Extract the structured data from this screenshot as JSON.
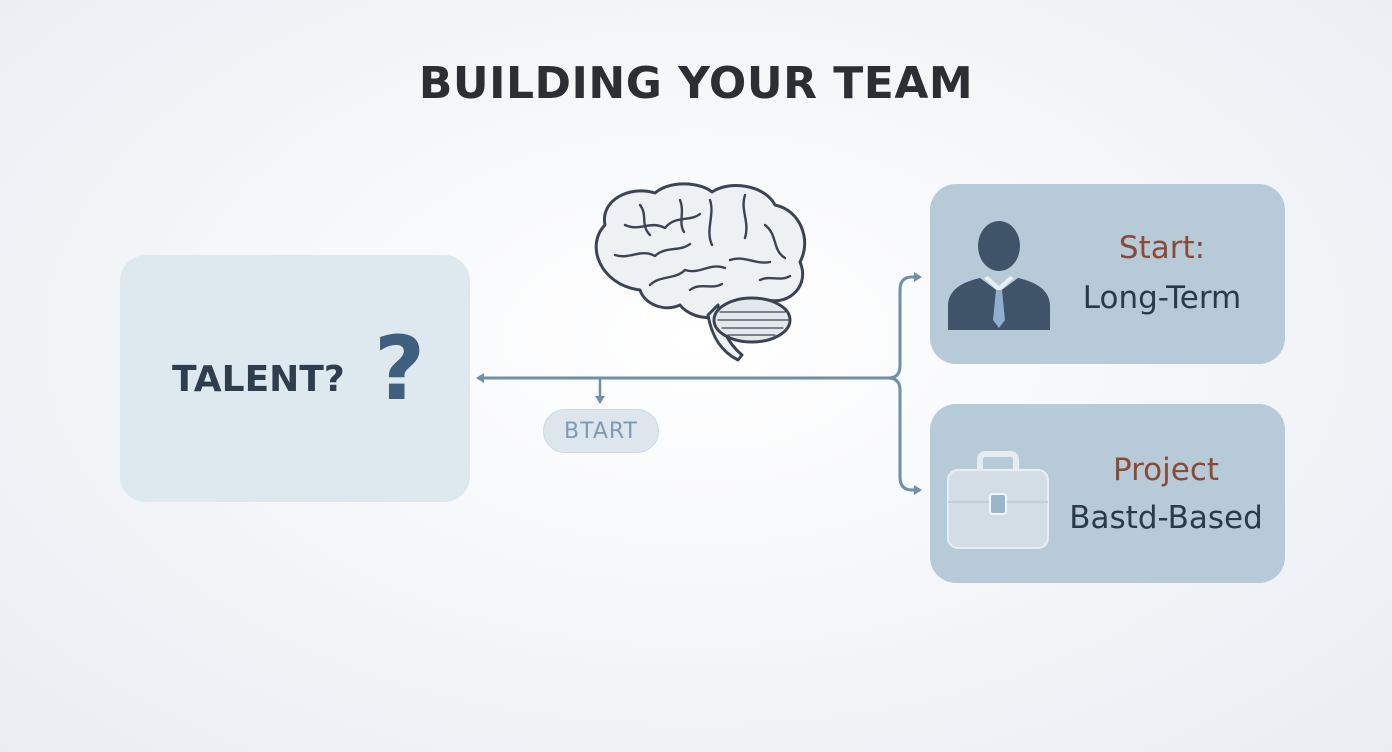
{
  "title": "BUILDING YOUR TEAM",
  "talent": {
    "label": "TALENT?",
    "question_mark": "?"
  },
  "start_pill": {
    "label": "BTART"
  },
  "long_term": {
    "line1": "Start:",
    "line2": "Long-Term",
    "icon": "person-in-suit-icon"
  },
  "project_based": {
    "line1": "Project",
    "line2": "Bastd-Based",
    "icon": "briefcase-icon"
  },
  "center_icon": "brain-icon",
  "colors": {
    "card_light": "#dde8ef",
    "card_blue": "#b7cad8",
    "connector": "#6f8fa8",
    "accent_text": "#8a4a38",
    "dark_text": "#2a3a4a"
  }
}
